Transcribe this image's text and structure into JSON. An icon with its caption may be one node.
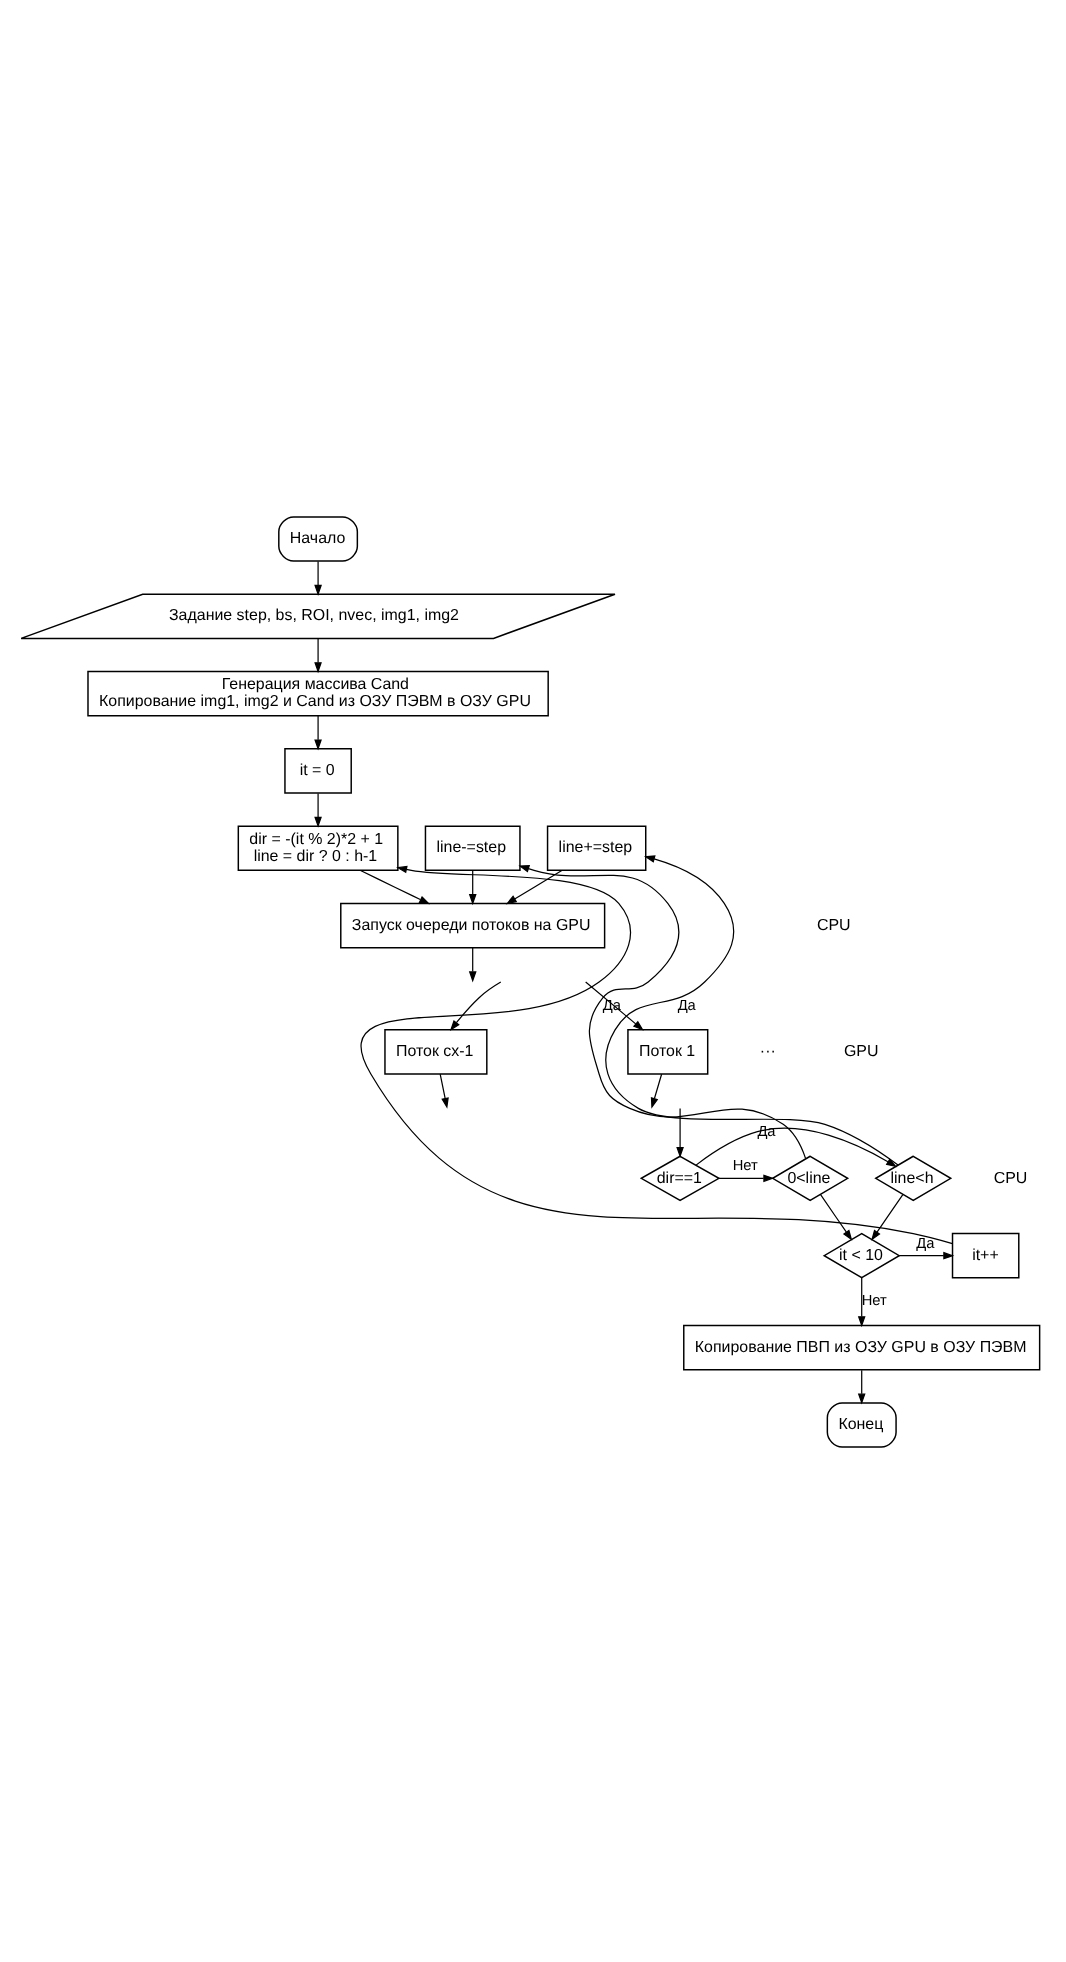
{
  "diagram": {
    "nodes": [
      {
        "text": [
          "Начало"
        ]
      },
      {
        "text": [
          "Задание step, bs, ROI, nvec, img1, img2"
        ]
      },
      {
        "text": [
          "Генерация массива Cand",
          "Копирование img1, img2 и Cand из ОЗУ ПЭВМ в ОЗУ GPU"
        ]
      },
      {
        "text": [
          "it = 0"
        ]
      },
      {
        "text": [
          "dir = -(it % 2)*2 + 1",
          "line = dir ? 0 : h-1"
        ]
      },
      {
        "text": [
          "line+=step"
        ]
      },
      {
        "text": [
          "line-=step"
        ]
      },
      {
        "text": [
          "Запуск очереди потоков на GPU"
        ]
      },
      {
        "text": [
          "Поток 1"
        ]
      },
      {
        "text": [
          "Поток cx-1"
        ]
      },
      {
        "text": [
          "line<h"
        ]
      },
      {
        "text": [
          "dir==1"
        ]
      },
      {
        "text": [
          "0<line"
        ]
      },
      {
        "text": [
          "it < 10"
        ]
      },
      {
        "text": [
          "it++"
        ]
      },
      {
        "text": [
          "Копирование ПВП из ОЗУ GPU в ОЗУ ПЭВМ"
        ]
      },
      {
        "text": [
          "Конец"
        ]
      }
    ],
    "edges": [
      {
        "from": 0,
        "to": 1,
        "arrow": "to"
      },
      {
        "from": 1,
        "to": 2,
        "arrow": "to"
      },
      {
        "from": 2,
        "to": 3,
        "arrow": "to"
      },
      {
        "from": 3,
        "to": 4,
        "arrow": "to"
      },
      {
        "from": 4,
        "to": 7,
        "arrow": "to"
      },
      {
        "from": 5,
        "to": 7,
        "arrow": "to"
      },
      {
        "from": 6,
        "to": 7,
        "arrow": "to"
      },
      {
        "from": 7,
        "to": null,
        "arrow": "to"
      },
      {
        "from": null,
        "to": 8,
        "arrow": "to"
      },
      {
        "from": null,
        "to": 9,
        "arrow": "to"
      },
      {
        "from": 8,
        "to": null,
        "arrow": "to"
      },
      {
        "from": 9,
        "to": null,
        "arrow": "to"
      },
      {
        "from": null,
        "to": 11,
        "arrow": "to"
      },
      {
        "from": 11,
        "to": 10,
        "arrow": "to",
        "label": "Да"
      },
      {
        "from": 11,
        "to": 12,
        "arrow": "to",
        "label": "Нет"
      },
      {
        "from": 10,
        "to": 5,
        "arrow": "to",
        "label": "Да"
      },
      {
        "from": 12,
        "to": 6,
        "arrow": "to",
        "label": "Да"
      },
      {
        "from": 10,
        "to": 13,
        "arrow": "to"
      },
      {
        "from": 12,
        "to": 13,
        "arrow": "to"
      },
      {
        "from": 13,
        "to": 14,
        "arrow": "to",
        "label": "Да"
      },
      {
        "from": 14,
        "to": 4,
        "arrow": "to"
      },
      {
        "from": 13,
        "to": 15,
        "arrow": "to",
        "label": "Нет"
      },
      {
        "from": 15,
        "to": 16,
        "arrow": "to"
      }
    ],
    "labels": [
      "CPU",
      "···",
      "GPU",
      "CPU"
    ]
  }
}
